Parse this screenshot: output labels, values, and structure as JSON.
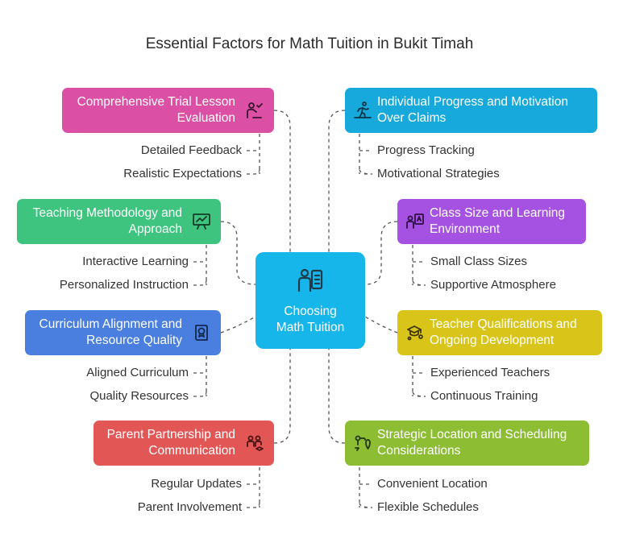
{
  "title": "Essential Factors for Math Tuition in Bukit Timah",
  "center": {
    "label_line1": "Choosing",
    "label_line2": "Math Tuition",
    "color": "#17b6ea",
    "icon": "teacher-presentation-icon"
  },
  "left_nodes": [
    {
      "line1": "Comprehensive Trial Lesson",
      "line2": "Evaluation",
      "color": "#db4fa4",
      "icon": "student-checklist-icon",
      "items": [
        "Detailed Feedback",
        "Realistic Expectations"
      ]
    },
    {
      "line1": "Teaching Methodology and",
      "line2": "Approach",
      "color": "#3ec47f",
      "icon": "whiteboard-chart-icon",
      "items": [
        "Interactive Learning",
        "Personalized Instruction"
      ]
    },
    {
      "line1": "Curriculum Alignment and",
      "line2": "Resource Quality",
      "color": "#4a7fe0",
      "icon": "book-badge-icon",
      "items": [
        "Aligned Curriculum",
        "Quality Resources"
      ]
    },
    {
      "line1": "Parent Partnership and",
      "line2": "Communication",
      "color": "#e35656",
      "icon": "parents-student-icon",
      "items": [
        "Regular Updates",
        "Parent Involvement"
      ]
    }
  ],
  "right_nodes": [
    {
      "line1": "Individual Progress and Motivation",
      "line2": "Over Claims",
      "color": "#17a9dc",
      "icon": "running-goal-icon",
      "items": [
        "Progress Tracking",
        "Motivational Strategies"
      ]
    },
    {
      "line1": "Class Size and Learning",
      "line2": "Environment",
      "color": "#a552e3",
      "icon": "classroom-icon",
      "items": [
        "Small Class Sizes",
        "Supportive Atmosphere"
      ]
    },
    {
      "line1": "Teacher Qualifications and",
      "line2": "Ongoing Development",
      "color": "#d9c51a",
      "icon": "graduate-growth-icon",
      "items": [
        "Experienced Teachers",
        "Continuous Training"
      ]
    },
    {
      "line1": "Strategic Location and Scheduling",
      "line2": "Considerations",
      "color": "#8cbd33",
      "icon": "location-route-icon",
      "items": [
        "Convenient Location",
        "Flexible Schedules"
      ]
    }
  ]
}
